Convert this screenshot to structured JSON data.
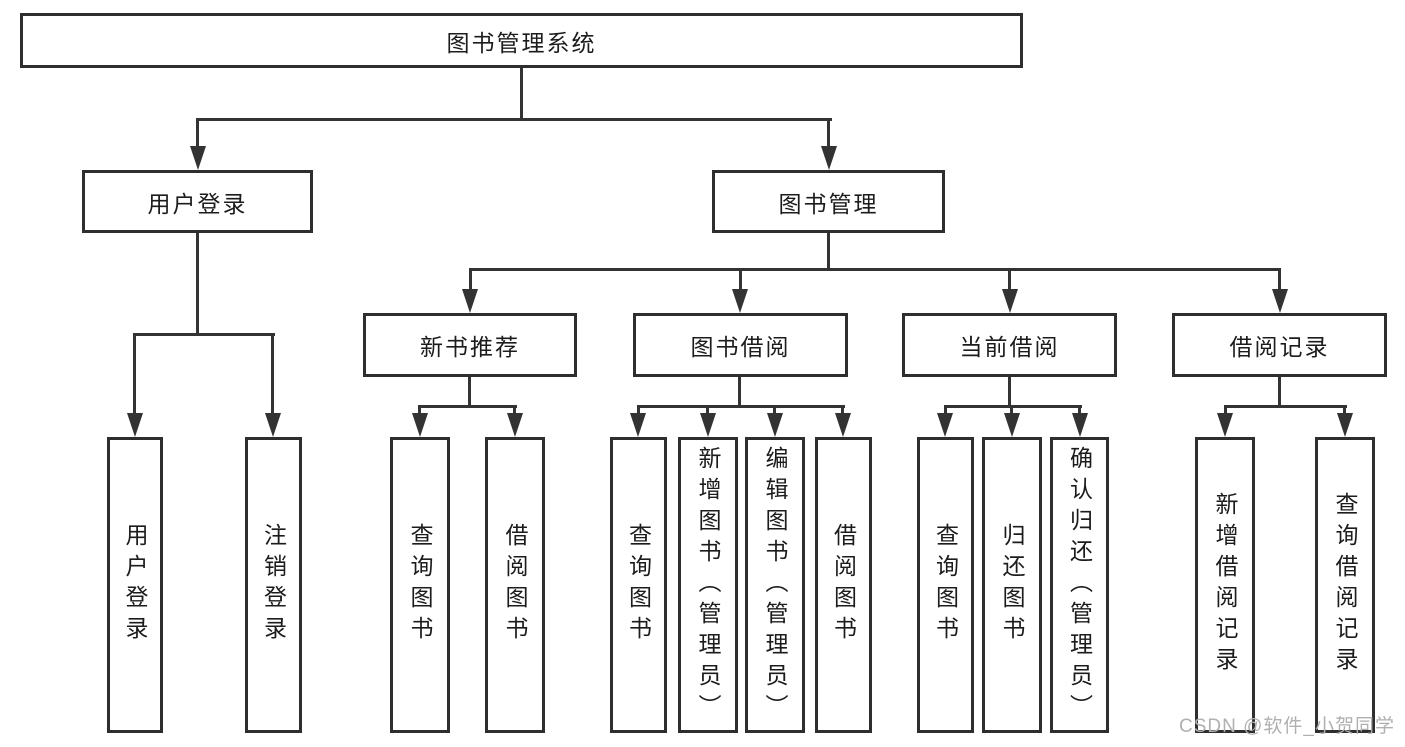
{
  "diagram_title": "图书管理系统",
  "watermark": "CSDN @软件_小贺同学",
  "colors": {
    "background": "#ffffff",
    "line": "#333333",
    "box_border": "#2e2e2e",
    "text": "#1c1c1c",
    "watermark": "#b0b0b0"
  },
  "tree": {
    "label": "图书管理系统",
    "children": [
      {
        "label": "用户登录",
        "children": [
          {
            "label": "用户登录"
          },
          {
            "label": "注销登录"
          }
        ]
      },
      {
        "label": "图书管理",
        "children": [
          {
            "label": "新书推荐",
            "children": [
              {
                "label": "查询图书"
              },
              {
                "label": "借阅图书"
              }
            ]
          },
          {
            "label": "图书借阅",
            "children": [
              {
                "label": "查询图书"
              },
              {
                "label": "新增图书（管理员）"
              },
              {
                "label": "编辑图书（管理员）"
              },
              {
                "label": "借阅图书"
              }
            ]
          },
          {
            "label": "当前借阅",
            "children": [
              {
                "label": "查询图书"
              },
              {
                "label": "归还图书"
              },
              {
                "label": "确认归还（管理员）"
              }
            ]
          },
          {
            "label": "借阅记录",
            "children": [
              {
                "label": "新增借阅记录"
              },
              {
                "label": "查询借阅记录"
              }
            ]
          }
        ]
      }
    ]
  }
}
